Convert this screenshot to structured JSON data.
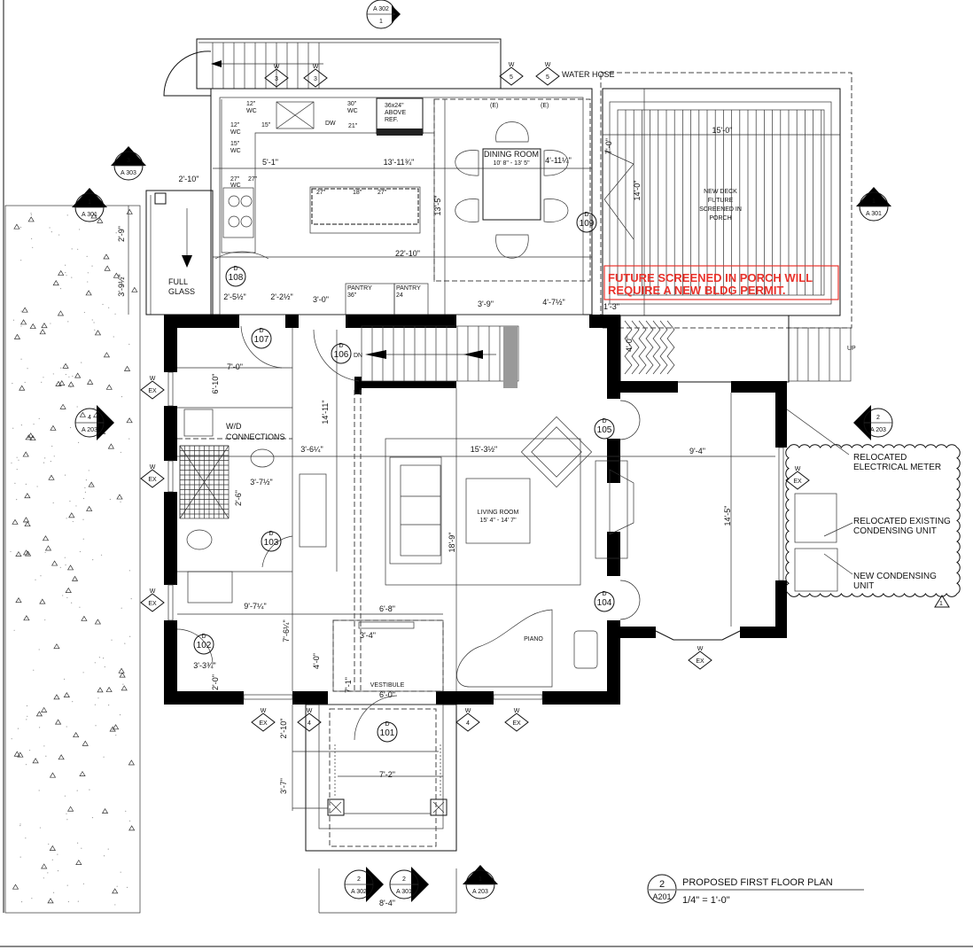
{
  "title": {
    "number": "2",
    "sheet": "A201",
    "name": "PROPOSED FIRST FLOOR PLAN",
    "scale": "1/4\" = 1'-0\""
  },
  "rooms": {
    "dining": {
      "name": "DINING ROOM",
      "size": "10' 8\" -  13' 5\""
    },
    "living": {
      "name": "LIVING ROOM",
      "size": "15' 4\" -  14' 7\""
    },
    "vestibule": "VESTIBULE",
    "piano": "PIANO",
    "deck": [
      "NEW DECK",
      "FUTURE",
      "SCREENED IN",
      "PORCH"
    ]
  },
  "labels": {
    "full_glass": [
      "FULL",
      "GLASS"
    ],
    "wd": [
      "W/D",
      "CONNECTIONS"
    ],
    "pantry1": [
      "PANTRY",
      "36\""
    ],
    "pantry2": [
      "PANTRY",
      "24"
    ],
    "ref": [
      "36x24\"",
      "ABOVE",
      "REF."
    ],
    "dw": "DW",
    "water_hose": "WATER HOSE",
    "up": "UP",
    "dn": "DN",
    "existing": "(E)",
    "cab": [
      "12\"",
      "WC",
      "15\"",
      "27\"",
      "30\"",
      "21\"",
      "18\""
    ]
  },
  "red_note": [
    "FUTURE SCREENED IN PORCH WILL",
    "REQUIRE A NEW BLDG PERMIT."
  ],
  "red_color": "#e8322b",
  "annotations": {
    "meter": [
      "RELOCATED",
      "ELECTRICAL METER"
    ],
    "existing_unit": [
      "RELOCATED EXISTING",
      "CONDENSING UNIT"
    ],
    "new_unit": [
      "NEW CONDENSING",
      "UNIT"
    ],
    "revision": "1"
  },
  "section_markers": [
    {
      "num": "1",
      "sheet": "A 302"
    },
    {
      "num": "3",
      "sheet": "A 303"
    },
    {
      "num": "1",
      "sheet": "A 301"
    },
    {
      "num": "1",
      "sheet": "A 301"
    },
    {
      "num": "4",
      "sheet": "A 203"
    },
    {
      "num": "2",
      "sheet": "A 203"
    },
    {
      "num": "2",
      "sheet": "A 302"
    },
    {
      "num": "2",
      "sheet": "A 301"
    },
    {
      "num": "1",
      "sheet": "A 203"
    }
  ],
  "door_tags": {
    "type": "D",
    "numbers": [
      "101",
      "102",
      "103",
      "104",
      "105",
      "106",
      "107",
      "108",
      "109"
    ]
  },
  "window_tags": {
    "type": "W",
    "values": [
      "3",
      "5",
      "EX",
      "4"
    ]
  },
  "dimensions": [
    "2'-10\"",
    "5'-1\"",
    "13'-11¾\"",
    "4'-11¼\"",
    "13'-5\"",
    "22'-10\"",
    "15'-0\"",
    "14'-0\"",
    "7'-0\"",
    "2'-9\"",
    "3'-9½\"",
    "2'-5½\"",
    "2'-2½\"",
    "3'-0\"",
    "3'-9\"",
    "4'-7½\"",
    "1'-3\"",
    "4'-0\"",
    "7'-0\"",
    "6'-10\"",
    "14'-11\"",
    "3'-6¼\"",
    "15'-3½\"",
    "9'-4\"",
    "3'-7½\"",
    "2'-6\"",
    "18'-9\"",
    "14'-5\"",
    "9'-7¼\"",
    "6'-8\"",
    "7'-6¼\"",
    "3'-4\"",
    "4'-0\"",
    "3'-3¾\"",
    "2'-0\"",
    "7'-1\"",
    "6'-0\"",
    "2'-10\"",
    "3'-7\"",
    "7'-2\"",
    "8'-4\""
  ]
}
